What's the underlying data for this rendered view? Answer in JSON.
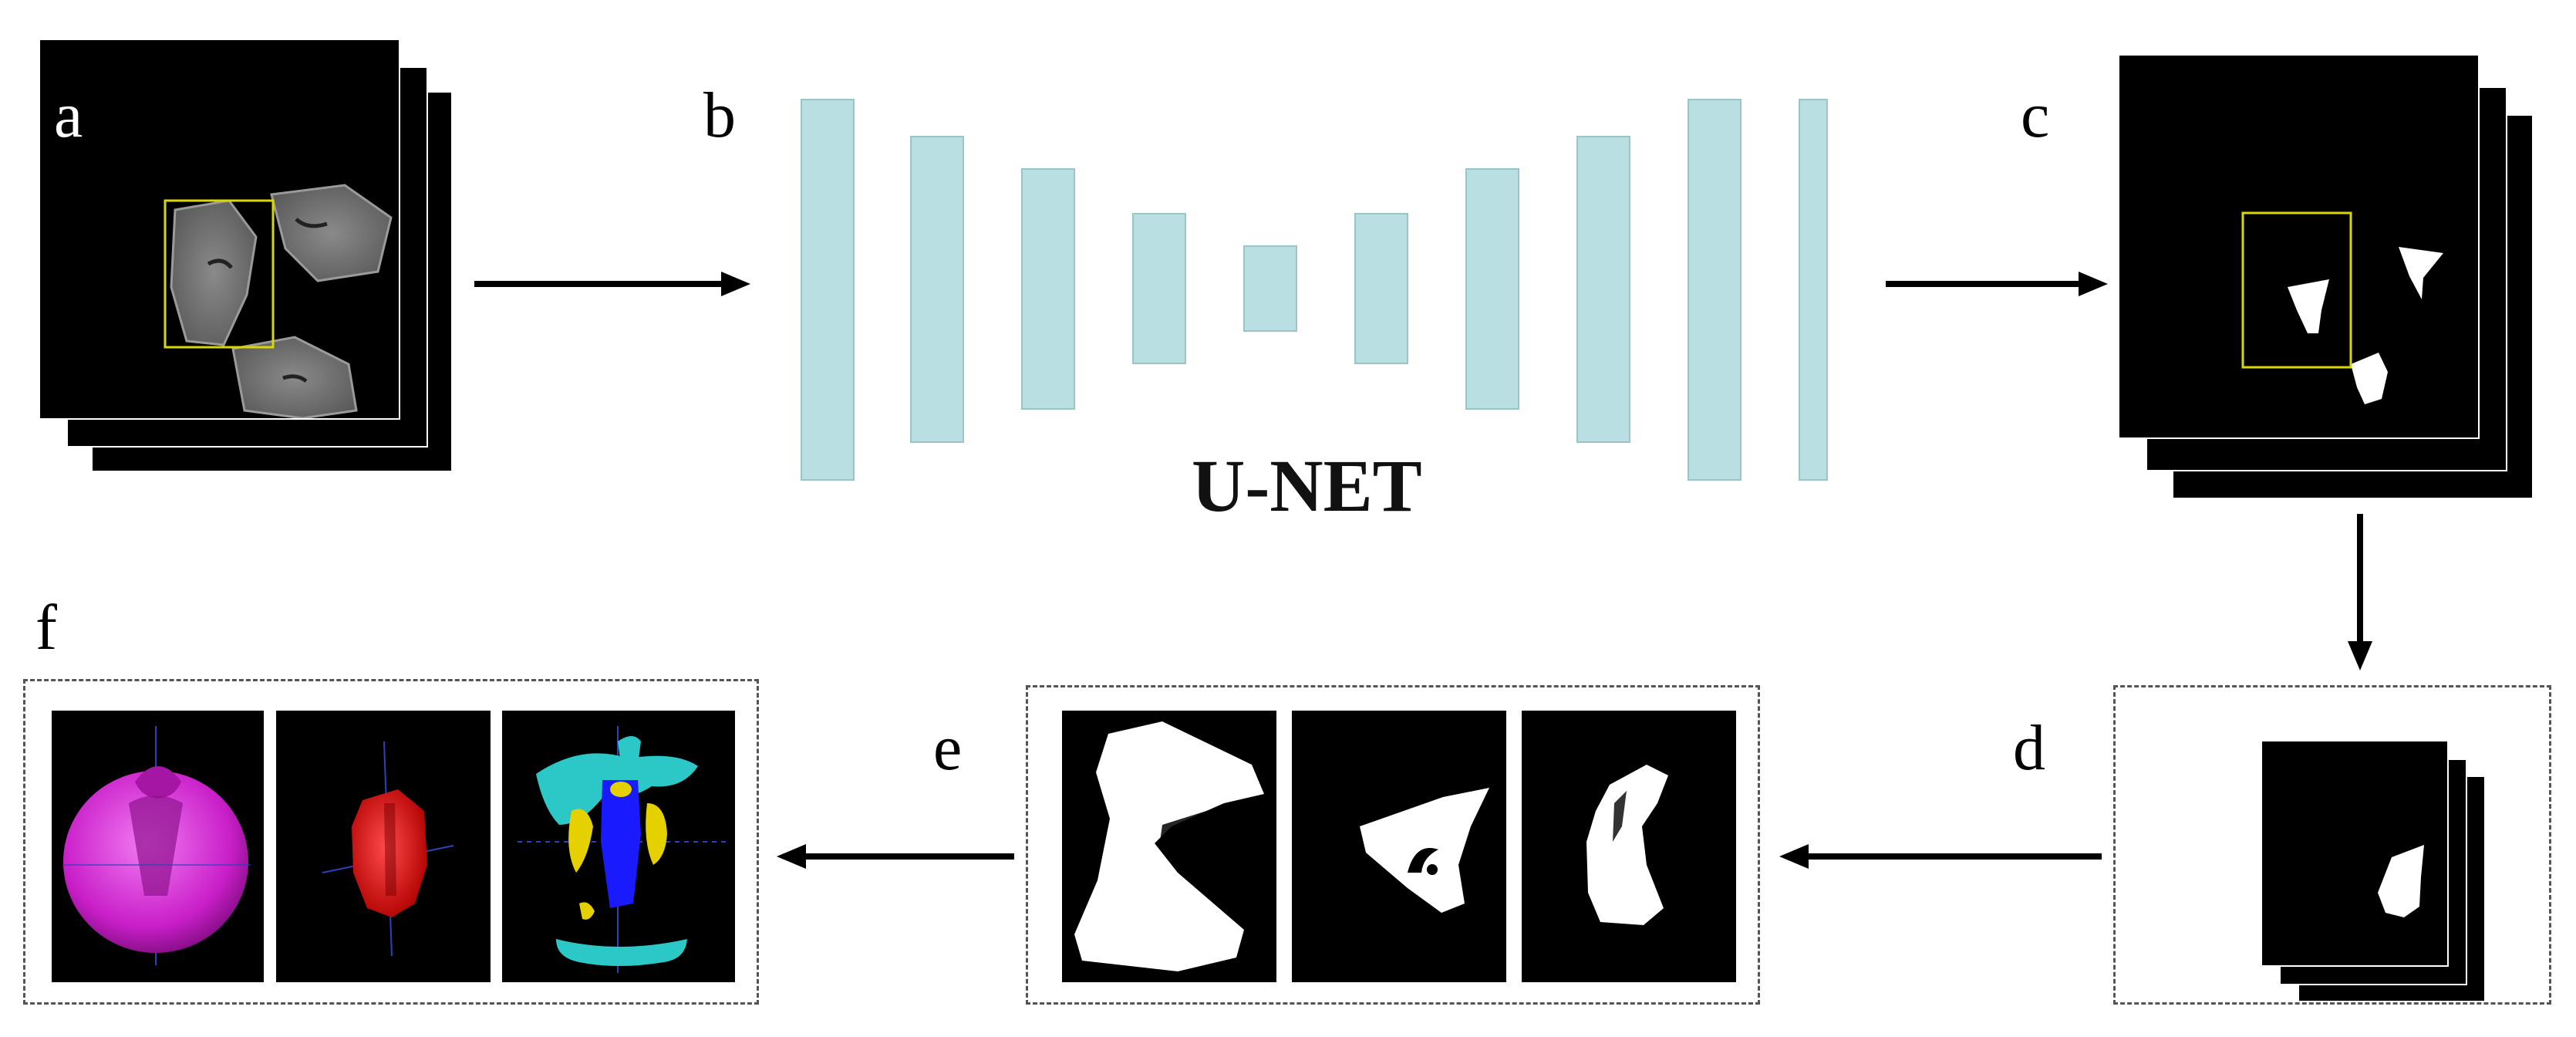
{
  "labels": {
    "a": "a",
    "b": "b",
    "c": "c",
    "d": "d",
    "e": "e",
    "f": "f"
  },
  "unet": {
    "title": "U-NET"
  },
  "colors": {
    "unet_block": "#b9dfe2",
    "roi_box": "#d8d800",
    "render_magenta": "#d21fd2",
    "render_red": "#e01010",
    "render_blue": "#1a1aff",
    "render_cyan": "#2cc7c7",
    "render_yellow": "#e6d100"
  },
  "icons": {
    "arrow": "arrow-right-icon"
  }
}
